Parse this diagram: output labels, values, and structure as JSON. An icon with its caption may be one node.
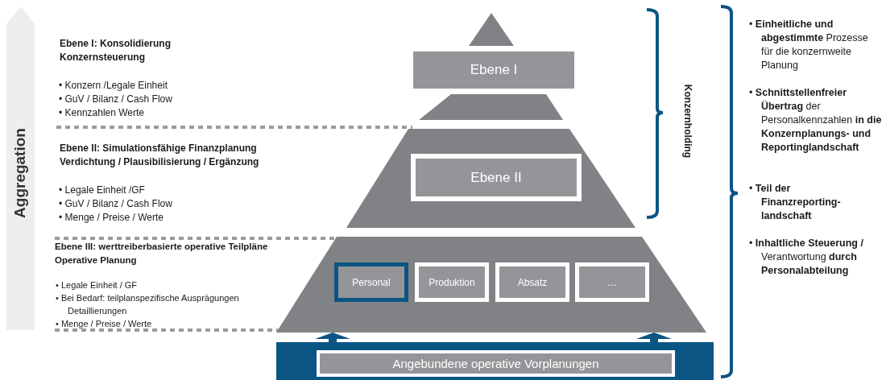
{
  "diagram": {
    "nodes": [
      {
        "text": [],
        "shape": "triangle"
      },
      {
        "text": [
          "Ebene I"
        ]
      },
      {
        "text": [],
        "shape": "trapezoid"
      },
      {
        "text": [],
        "shape": "trapezoid"
      },
      {
        "text": [
          "Ebene II"
        ],
        "in": 3
      },
      {
        "text": [],
        "shape": "trapezoid"
      },
      {
        "text": [
          "Personal"
        ],
        "in": 5
      },
      {
        "text": [
          "Produktion"
        ],
        "in": 5
      },
      {
        "text": [
          "Absatz"
        ],
        "in": 5
      },
      {
        "text": [
          "…"
        ],
        "in": 5
      },
      {
        "text": [
          "Angebundene operative Vorplanungen"
        ]
      }
    ],
    "edges": [
      {
        "from": 10,
        "to": 5,
        "arrow": "to"
      },
      {
        "from": 10,
        "to": 5,
        "arrow": "to"
      }
    ],
    "labels": [
      "Aggregation",
      "Ebene I: Konsolidierung",
      "Konzernsteuerung",
      "• Konzern /Legale Einheit",
      "• GuV / Bilanz / Cash Flow",
      "• Kennzahlen Werte",
      "Ebene II: Simulationsfähige Finanzplanung",
      "Verdichtung / Plausibilisierung / Ergänzung",
      "• Legale Einheit /GF",
      "• GuV / Bilanz / Cash Flow",
      "• Menge / Preise / Werte",
      "Ebene III: werttreiberbasierte operative Teilpläne",
      "Operative Planung",
      "• Legale Einheit / GF",
      "• Bei Bedarf: teilplanspezifische Ausprägungen Detaillierungen",
      "• Menge / Preise / Werte",
      "Konzernholding",
      "• **Einheitliche und abgestimmte** Prozesse für die konzernweite Planung",
      "• **Schnittstellenfreier Übertrag** der Personalkennzahlen **in die Konzernplanungs- und Reportinglandschaft**",
      "• **Teil der Finanzreporting-landschaft**",
      "• **Inhaltliche Steuerung /** Verantwortung **durch Personalabteilung**"
    ]
  }
}
